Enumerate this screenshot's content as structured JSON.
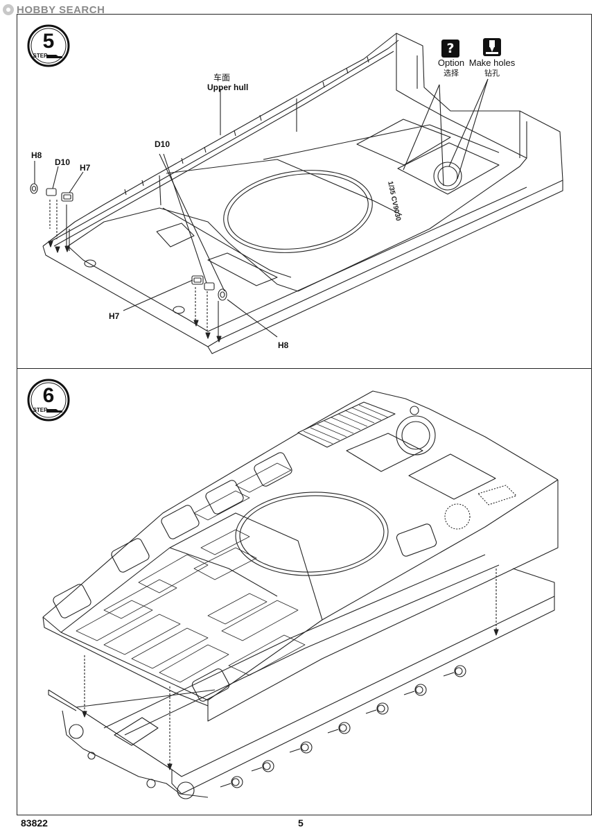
{
  "watermark": {
    "text": "HOBBY SEARCH"
  },
  "step5": {
    "step_number": "5",
    "step_word": "STEP",
    "upper_hull_cn": "车面",
    "upper_hull_en": "Upper hull",
    "legend": {
      "option_en": "Option",
      "option_cn": "选择",
      "option_icon": "question-mark-icon",
      "holes_en": "Make holes",
      "holes_cn": "钻孔",
      "holes_icon": "drill-icon"
    },
    "part_labels": {
      "h8_left": "H8",
      "d10_left": "D10",
      "h7_left": "H7",
      "d10_mid": "D10",
      "h7_mid": "H7",
      "h8_right": "H8"
    },
    "hull_marking": "1/35 CV9030"
  },
  "step6": {
    "step_number": "6",
    "step_word": "STEP"
  },
  "footer": {
    "product_code": "83822",
    "page_number": "5"
  }
}
